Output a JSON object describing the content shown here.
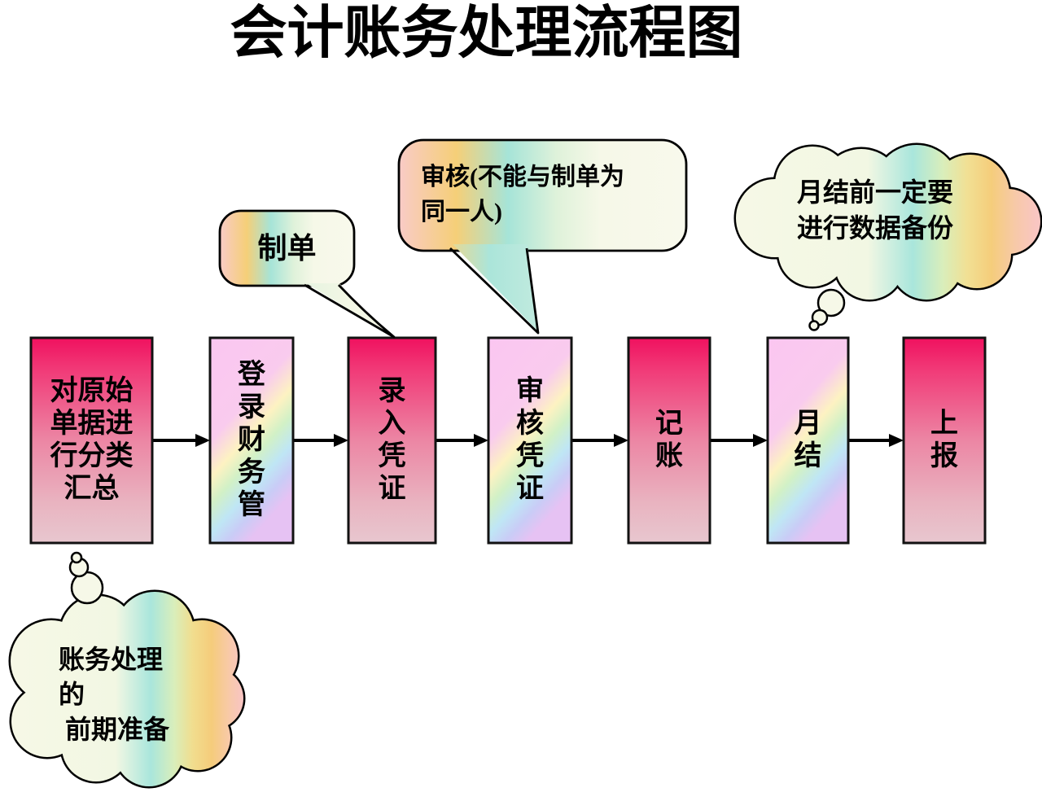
{
  "title": "会计账务处理流程图",
  "flow": {
    "boxes": [
      {
        "label": "对原始\n单据进\n行分类\n汇总"
      },
      {
        "label": "登\n录\n财\n务\n管"
      },
      {
        "label": "录\n入\n凭\n证"
      },
      {
        "label": "审\n核\n凭\n证"
      },
      {
        "label": "记\n账"
      },
      {
        "label": "月\n结"
      },
      {
        "label": "上\n报"
      }
    ]
  },
  "callouts": {
    "make_voucher": {
      "label": "制单"
    },
    "review_rule": {
      "label": "审核(不能与制单为\n同一人)"
    },
    "backup_reminder": {
      "label": "月结前一定要\n进行数据备份"
    },
    "preparation": {
      "label": "账务处理\n的\n 前期准备"
    }
  },
  "colors": {
    "box_pink_top": "#f0115f",
    "box_pink_bottom": "#e8c7cf",
    "rainbow_pink": "#fbc6f1",
    "rainbow_yellow": "#fdf2c2",
    "rainbow_green": "#d2f1c6",
    "rainbow_blue": "#bfe6f5",
    "rainbow_purple": "#e6c2f3",
    "callout_pink": "#f9cbc7",
    "callout_orange": "#f5cf78",
    "callout_teal": "#a6e4d8",
    "callout_cream": "#f7f9e9",
    "outline": "#121212"
  }
}
